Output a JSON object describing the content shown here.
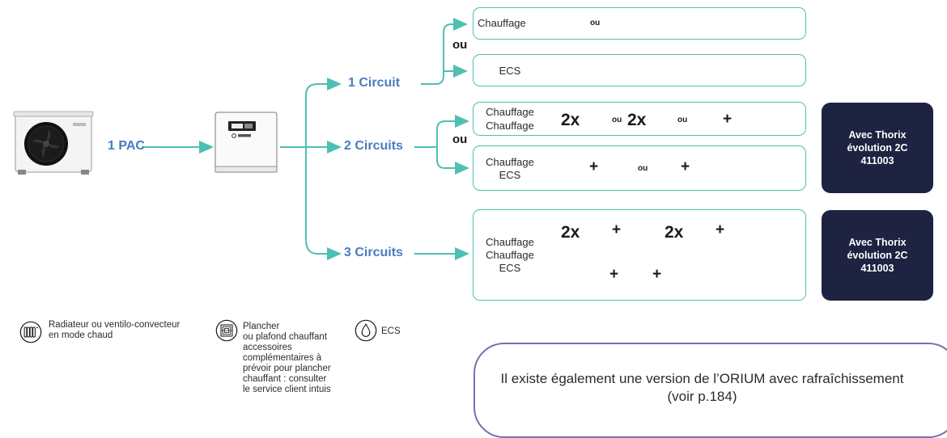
{
  "labels": {
    "pac": "1 PAC",
    "c1": "1 Circuit",
    "c2": "2 Circuits",
    "c3": "3 Circuits",
    "ou": "ou"
  },
  "boxes": {
    "heat": "Chauffage",
    "ecs": "ECS",
    "multiply": "2x",
    "ou_small": "ou",
    "plus": "+"
  },
  "thorix": {
    "line1": "Avec Thorix",
    "line2": "évolution 2C",
    "line3": "411003"
  },
  "legend": {
    "radiator": "Radiateur ou ventilo-convecteur\nen mode chaud",
    "floor": "Plancher\nou plafond chauffant\naccessoires\ncomplémentaires à\nprévoir pour plancher\nchauffant : consulter\nle service client intuis",
    "ecs": "ECS"
  },
  "note": "Il existe également une version de l’ORIUM avec rafraîchissement (voir p.184)",
  "colors": {
    "arrow": "#4fbfb3",
    "label": "#4a7bbf",
    "dark_box": "#1d2340",
    "note_border": "#7b6cb0"
  },
  "icons": [
    "radiator-icon",
    "floor-heating-icon",
    "water-drop-icon",
    "heat-pump-icon",
    "controller-icon"
  ]
}
